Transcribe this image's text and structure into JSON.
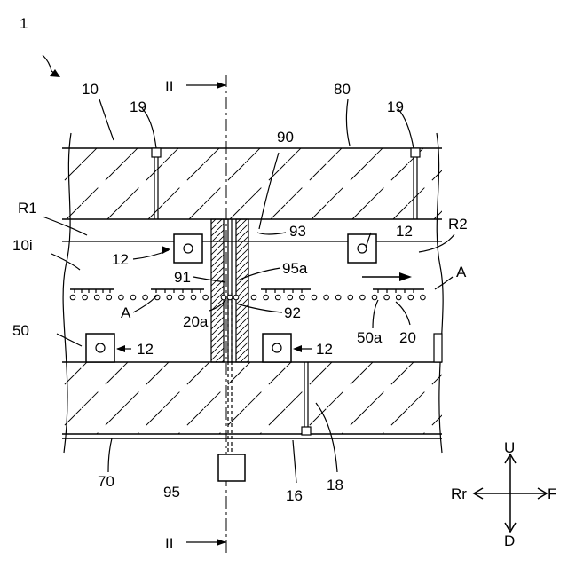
{
  "labels": {
    "fig_ref": "1",
    "furnace_body": "10",
    "top_wall": "80",
    "partition": "90",
    "left_hanger": "19",
    "right_hanger": "19",
    "section_top": "II",
    "section_bottom": "II",
    "region1": "R1",
    "region2": "R2",
    "interior": "10i",
    "heater_ul": "12",
    "heater_ur": "12",
    "heater_ll": "12",
    "heater_lr": "12",
    "part_93": "93",
    "part_91": "91",
    "part_95a": "95a",
    "part_92": "92",
    "part_20a": "20a",
    "part_50": "50",
    "part_50a": "50a",
    "part_20": "20",
    "workpiece_left": "A",
    "workpiece_right": "A",
    "bottom_wall": "70",
    "motor": "95",
    "rail": "16",
    "hanger_18": "18"
  },
  "compass": {
    "up": "U",
    "down": "D",
    "rear": "Rr",
    "front": "F"
  }
}
